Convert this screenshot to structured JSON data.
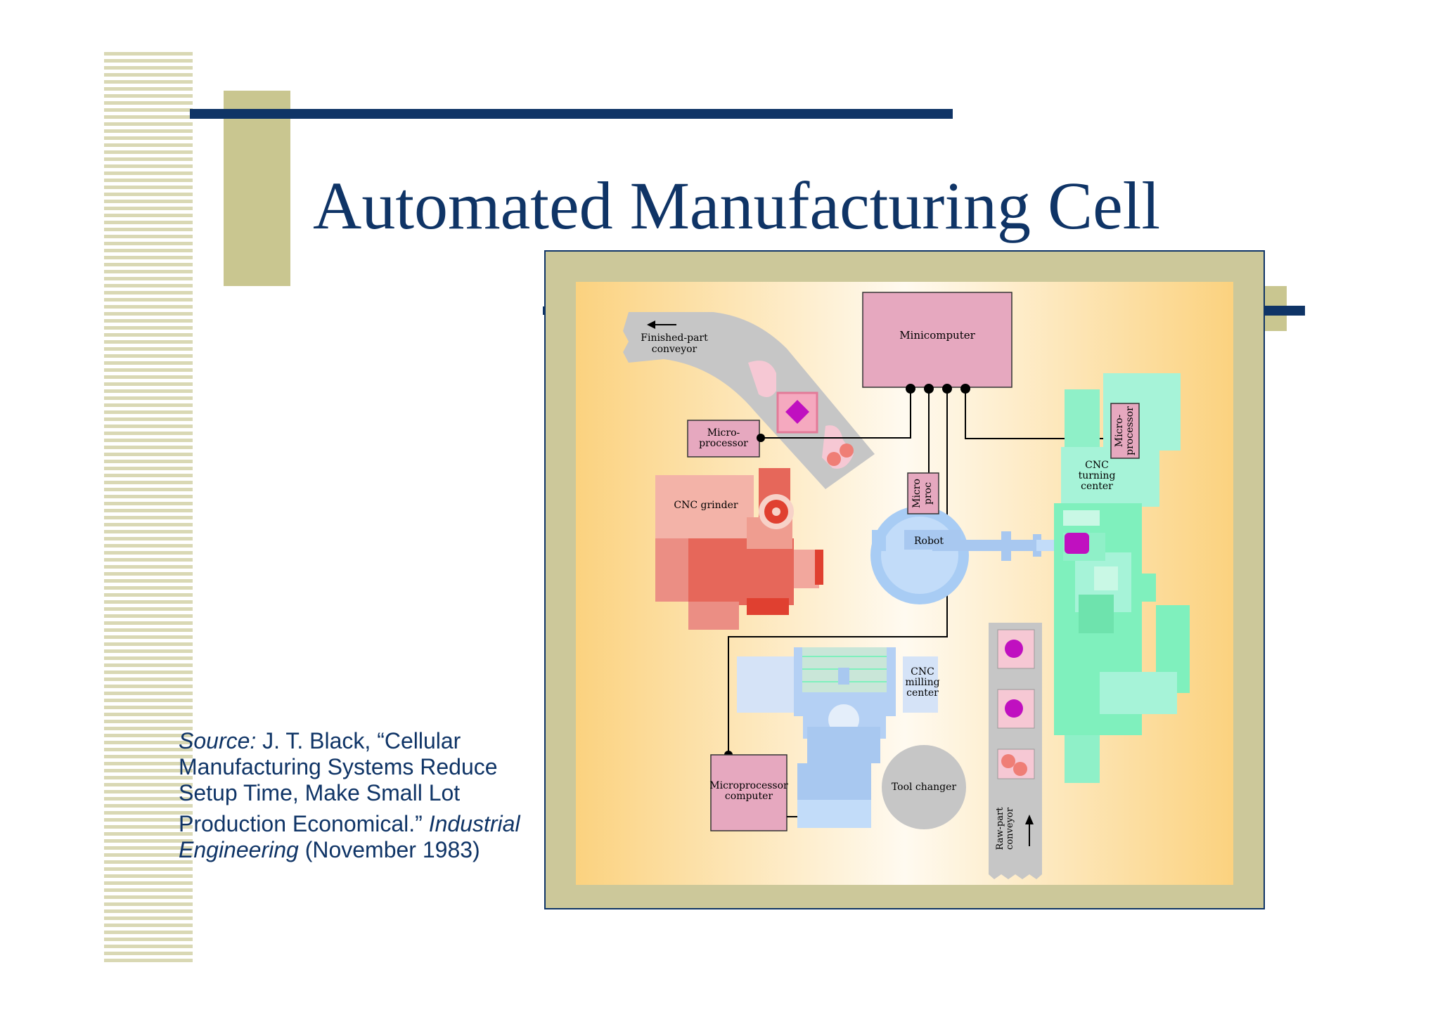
{
  "slide": {
    "title": "Automated Manufacturing Cell",
    "source": {
      "label": "Source:",
      "line1_text": " J. T. Black, “Cellular",
      "line2": "Manufacturing Systems Reduce",
      "line3": "Setup Time, Make Small Lot",
      "line4_text": "Production Economical.” ",
      "line4_italic": "Industrial",
      "line5_italic": "Engineering",
      "line5_text": " (November 1983)"
    }
  },
  "diagram": {
    "labels": {
      "finished_conveyor_1": "Finished-part",
      "finished_conveyor_2": "conveyor",
      "minicomputer": "Minicomputer",
      "microprocessor_top_1": "Micro-",
      "microprocessor_top_2": "processor",
      "cnc_grinder": "CNC grinder",
      "micro_proc_1": "Micro",
      "micro_proc_2": "proc",
      "robot": "Robot",
      "microprocessor_right_1": "Micro-",
      "microprocessor_right_2": "processor",
      "cnc_turning_1": "CNC",
      "cnc_turning_2": "turning",
      "cnc_turning_3": "center",
      "cnc_milling_1": "CNC",
      "cnc_milling_2": "milling",
      "cnc_milling_3": "center",
      "microprocessor_computer_1": "Microprocessor",
      "microprocessor_computer_2": "computer",
      "tool_changer": "Tool changer",
      "raw_conveyor_1": "Raw-part",
      "raw_conveyor_2": "conveyor"
    }
  },
  "colors": {
    "navy": "#0f3466",
    "olive": "#c9c690",
    "pink": "#e8a7bd",
    "magenta": "#c010c0",
    "salmon": "#e8837a",
    "red": "#e04030",
    "mint": "#7ff0c0",
    "light_blue": "#a8c8f0",
    "gray": "#c8c8c8",
    "amber": "#fbd07a"
  }
}
